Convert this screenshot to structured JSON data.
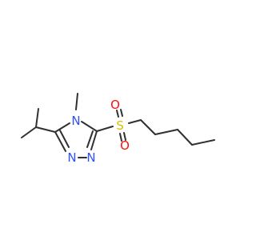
{
  "colors": {
    "background": "#ffffff",
    "bond": "#303030",
    "nitrogen": "#3050f8",
    "oxygen": "#ff0d0d",
    "sulfur": "#d4c000"
  },
  "atoms": {
    "n4": "N",
    "n1": "N",
    "n2": "N",
    "s": "S",
    "o_top": "O",
    "o_bottom": "O"
  }
}
